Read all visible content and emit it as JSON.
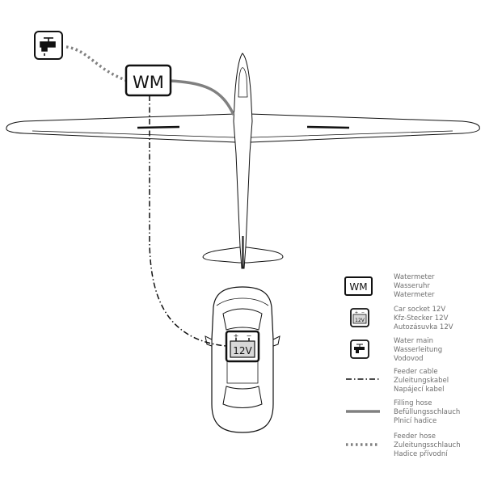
{
  "diagram": {
    "wm_label": "WM",
    "socket_label": "12V",
    "socket_plus": "+",
    "socket_minus": "−"
  },
  "legend": {
    "items": [
      {
        "key": "watermeter",
        "icon": "wm-icon",
        "lines": [
          "Watermeter",
          "Wasseruhr",
          "Watermeter"
        ]
      },
      {
        "key": "car-socket",
        "icon": "car-socket-icon",
        "lines": [
          "Car socket 12V",
          "Kfz-Stecker 12V",
          "Autozásuvka 12V"
        ]
      },
      {
        "key": "water-main",
        "icon": "water-tap-icon",
        "lines": [
          "Water main",
          "Wasserleitung",
          "Vodovod"
        ]
      },
      {
        "key": "feeder-cable",
        "icon": "dash-dot-line",
        "lines": [
          "Feeder cable",
          "Zuleitungskabel",
          "Napájecí kabel"
        ]
      },
      {
        "key": "filling-hose",
        "icon": "solid-grey-line",
        "lines": [
          "Filling hose",
          "Befüllungsschlauch",
          "Plnicí hadice"
        ]
      },
      {
        "key": "feeder-hose",
        "icon": "dotted-grey-line",
        "lines": [
          "Feeder hose",
          "Zuleitungsschlauch",
          "Hadice přívodní"
        ]
      }
    ]
  },
  "colors": {
    "outline": "#111111",
    "hose": "#808080",
    "legend_text": "#6e6e6e"
  }
}
